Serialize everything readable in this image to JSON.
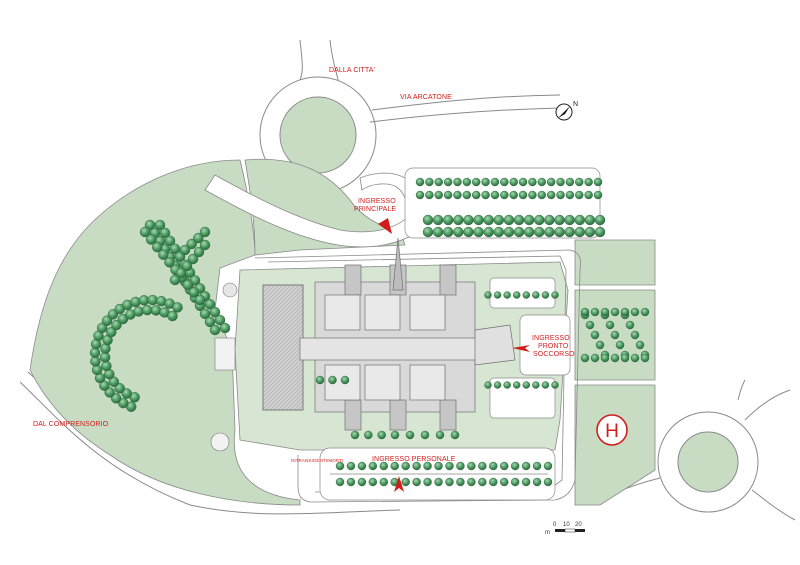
{
  "labels": {
    "dalla_citta": "DALLA CITTA'",
    "via_arcatone": "VIA ARCATONE",
    "ingresso_principale_1": "INGRESSO",
    "ingresso_principale_2": "PRINCIPALE",
    "ingresso_ps_1": "INGRESSO",
    "ingresso_ps_2": "PRONTO",
    "ingresso_ps_3": "SOCCORSO",
    "dal_comprensorio": "DAL COMPRENSORIO",
    "ingresso_personale": "INGRESSO PERSONALE",
    "small_label": "INTRANSIGENTI/MORTI",
    "helipad": "H"
  },
  "north_arrow": {
    "letter": "N"
  },
  "scale_bar": {
    "ticks": [
      "0",
      "10",
      "20"
    ],
    "unit": "m"
  },
  "colors": {
    "grass": "#c7dcc3",
    "road": "#ffffff",
    "outline": "#7a7a7a",
    "tree": "#3d8a54",
    "tree_light": "#8cc79a",
    "building": "#d9d9d9",
    "building_dark": "#b9b9b9",
    "accent_red": "#d21d1d"
  }
}
